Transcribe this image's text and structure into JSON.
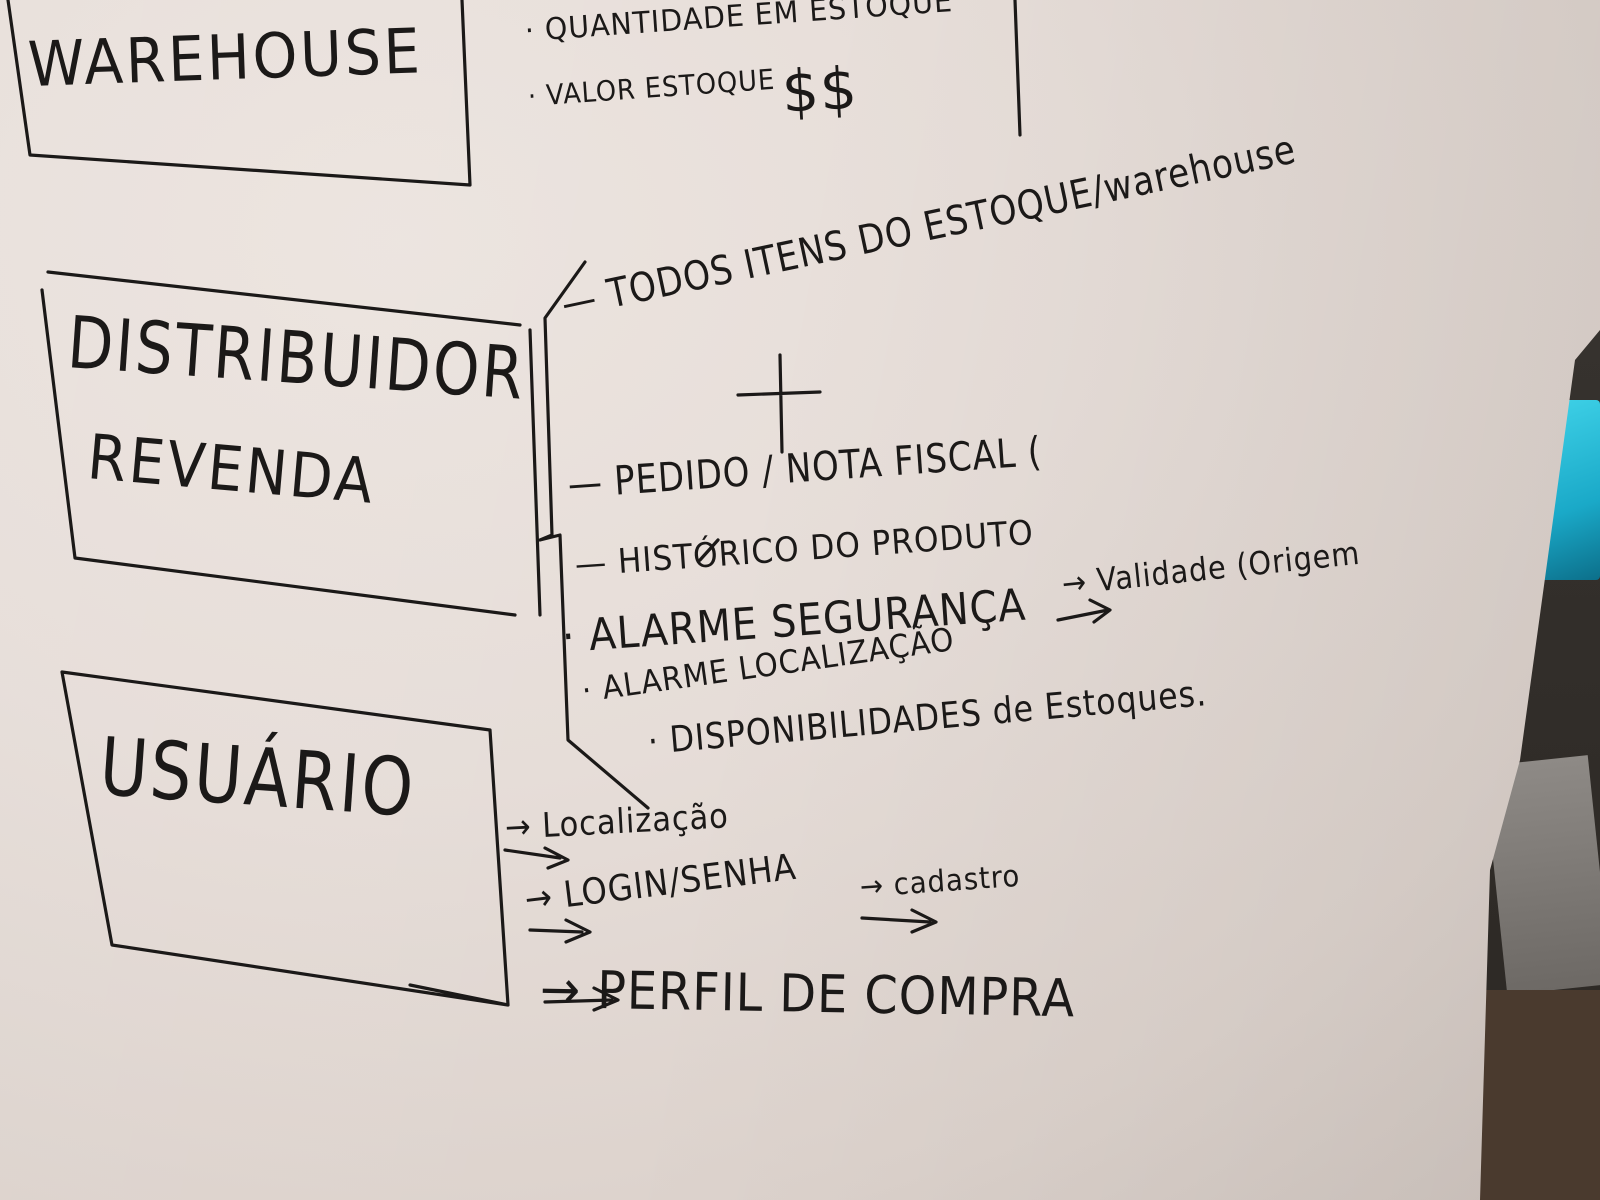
{
  "warehouse": {
    "title": "WAREHOUSE",
    "items": [
      "· QUANTIDADE EM ESTOQUE",
      "· VALOR ESTOQUE",
      "$$"
    ]
  },
  "distribuidor": {
    "title_line1": "DISTRIBUIDOR",
    "title_line2": "REVENDA",
    "items": [
      "— TODOS ITENS DO ESTOQUE/warehouse",
      "+",
      "— PEDIDO / NOTA FISCAL (",
      "— HISTÓRICO DO PRODUTO",
      "· ALARME SEGURANÇA",
      "→ Validade (Origem",
      "· ALARME LOCALIZAÇÃO",
      "· DISPONIBILIDADES de Estoques."
    ]
  },
  "usuario": {
    "title": "USUÁRIO",
    "items": [
      "→ Localização",
      "→ LOGIN/SENHA",
      "→ cadastro",
      "→ PERFIL DE COMPRA"
    ]
  }
}
